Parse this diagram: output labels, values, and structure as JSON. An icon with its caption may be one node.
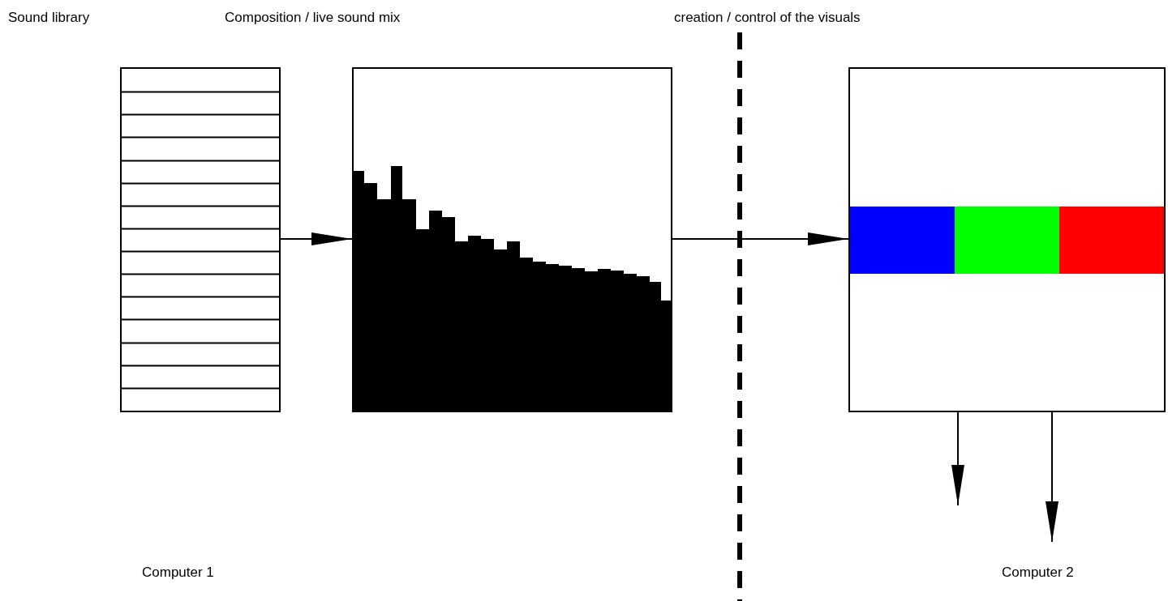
{
  "diagram": {
    "nodes": [
      {
        "text": [
          "Sound library"
        ]
      },
      {
        "text": [
          "Composition / live sound mix"
        ]
      },
      {
        "text": [],
        "shape": "picture",
        "in": 1
      },
      {
        "text": [
          "creation / control of the visuals"
        ]
      }
    ],
    "edges": [
      {
        "from": 0,
        "to": 1,
        "arrow": "to"
      },
      {
        "from": 1,
        "to": 3,
        "arrow": "to"
      },
      {
        "from": 3,
        "to": null,
        "arrow": "to"
      },
      {
        "from": 3,
        "to": null,
        "arrow": "to"
      }
    ],
    "labels": [
      "Computer 1",
      "Computer 2"
    ]
  }
}
